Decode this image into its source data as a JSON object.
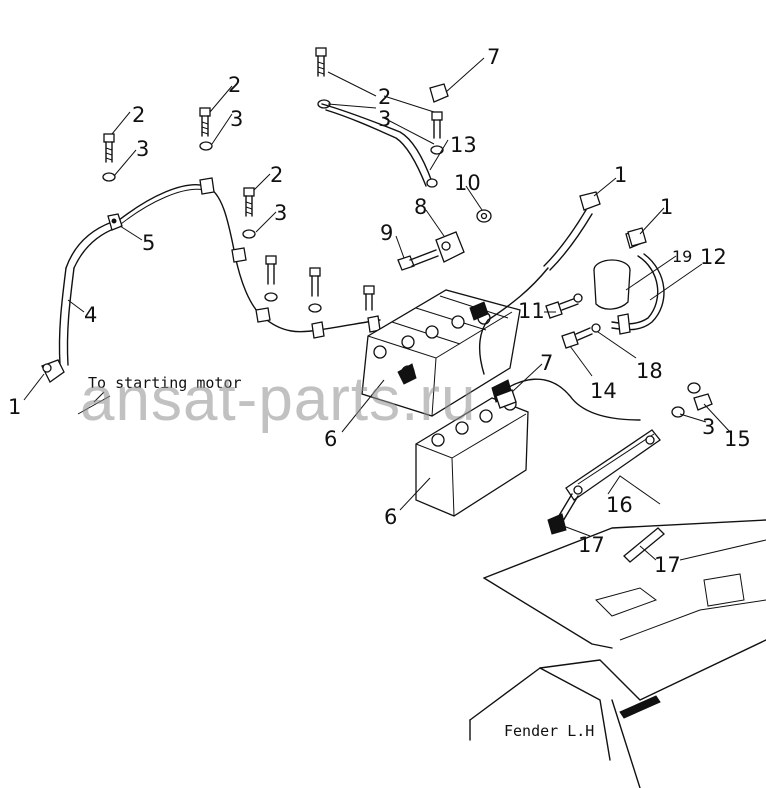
{
  "notes": {
    "starting_motor": "To starting motor",
    "fender": "Fender L.H"
  },
  "watermark": "ansat-parts.ru",
  "callouts": [
    {
      "id": "c7a",
      "text": "7"
    },
    {
      "id": "c2a",
      "text": "2"
    },
    {
      "id": "c3a",
      "text": "3"
    },
    {
      "id": "c13",
      "text": "13"
    },
    {
      "id": "c2b",
      "text": "2"
    },
    {
      "id": "c3b",
      "text": "3"
    },
    {
      "id": "c2c",
      "text": "2"
    },
    {
      "id": "c3c",
      "text": "3"
    },
    {
      "id": "c2d",
      "text": "2"
    },
    {
      "id": "c3d",
      "text": "3"
    },
    {
      "id": "c10",
      "text": "10"
    },
    {
      "id": "c8",
      "text": "8"
    },
    {
      "id": "c9",
      "text": "9"
    },
    {
      "id": "c5",
      "text": "5"
    },
    {
      "id": "c4",
      "text": "4"
    },
    {
      "id": "c1a",
      "text": "1"
    },
    {
      "id": "c1b",
      "text": "1"
    },
    {
      "id": "c1c",
      "text": "1"
    },
    {
      "id": "c19",
      "text": "19"
    },
    {
      "id": "c12",
      "text": "12"
    },
    {
      "id": "c11",
      "text": "11"
    },
    {
      "id": "c18",
      "text": "18"
    },
    {
      "id": "c7b",
      "text": "7"
    },
    {
      "id": "c14",
      "text": "14"
    },
    {
      "id": "c6a",
      "text": "6"
    },
    {
      "id": "c6b",
      "text": "6"
    },
    {
      "id": "c3e",
      "text": "3"
    },
    {
      "id": "c15",
      "text": "15"
    },
    {
      "id": "c16",
      "text": "16"
    },
    {
      "id": "c17a",
      "text": "17"
    },
    {
      "id": "c17b",
      "text": "17"
    }
  ]
}
